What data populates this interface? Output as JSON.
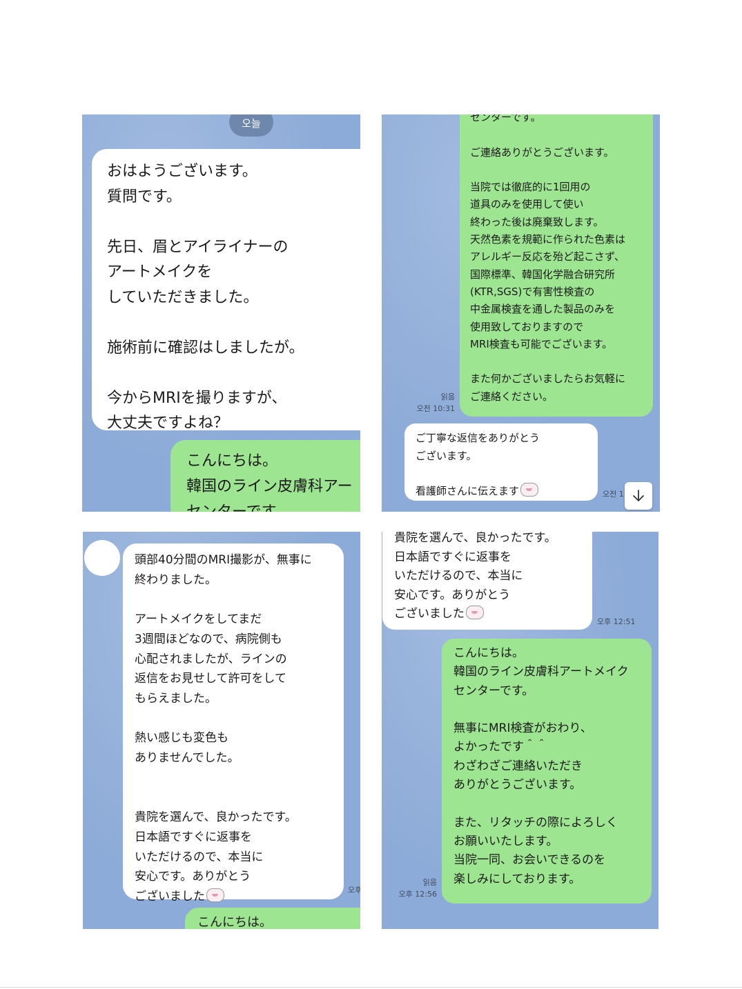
{
  "screenshot1": {
    "date_label": "오늘",
    "received_message": "おはようございます。\n質問です。\n\n先日、眉とアイライナーの\nアートメイクを\nしていただきました。\n\n施術前に確認はしましたが。\n\n今からMRIを撮りますが、\n大丈夫ですよね？",
    "sent_message_partial": "こんにちは。\n韓国のライン皮膚科アー\nセンターです"
  },
  "screenshot2": {
    "sent_message": "センターです。\n\nご連絡ありがとうございます。\n\n当院では徹底的に1回用の\n道具のみを使用して使い\n終わった後は廃棄致します。\n天然色素を規範に作られた色素は\nアレルギー反応を殆ど起こさず、\n国際標準、韓国化学融合研究所\n(KTR,SGS)で有害性検査の\n中金属検査を通した製品のみを\n使用致しておりますので\nMRI検査も可能でございます。\n\nまた何かございましたらお気軽に\nご連絡ください。",
    "read_label": "읽음",
    "sent_time": "오전 10:31",
    "received_message": "ご丁寧な返信をありがとう\nございます。\n\n看護師さんに伝えます",
    "received_time_partial": "오전 1",
    "scroll_icon": "arrow-down-icon"
  },
  "screenshot3": {
    "received_message": "頭部40分間のMRI撮影が、無事に\n終わりました。\n\nアートメイクをしてまだ\n3週間ほどなので、病院側も\n心配されましたが、ラインの\n返信をお見せして許可をして\nもらえました。\n\n熱い感じも変色も\nありませんでした。\n\n\n貴院を選んで、良かったです。\n日本語ですぐに返事を\nいただけるので、本当に\n安心です。ありがとう\nございました",
    "received_time_partial": "오후",
    "sent_message_partial": "こんにちは。"
  },
  "screenshot4": {
    "received_message": "貴院を選んで、良かったです。\n日本語ですぐに返事を\nいただけるので、本当に\n安心です。ありがとう\nございました",
    "received_time": "오후 12:51",
    "sent_message": "こんにちは。\n韓国のライン皮膚科アートメイク\nセンターです。\n\n無事にMRI検査がおわり、\nよかったです＾＾\nわざわざご連絡いただき\nありがとうございます。\n\nまた、リタッチの際によろしく\nお願いいたします。\n当院一同、お会いできるのを\n楽しみにしております。",
    "read_label": "읽음",
    "sent_time": "오후 12:56"
  },
  "colors": {
    "chat_background": "#8dabd8",
    "sent_bubble": "#9ee592",
    "received_bubble": "#ffffff",
    "date_pill": "#6e87aa"
  }
}
